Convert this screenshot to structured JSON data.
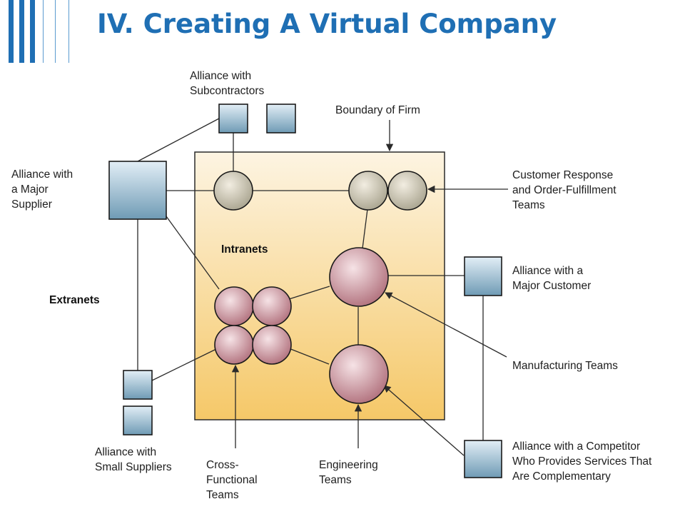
{
  "slide": {
    "title": "IV. Creating A Virtual Company"
  },
  "diagram": {
    "labels": {
      "subcontractors": [
        "Alliance with",
        "Subcontractors"
      ],
      "boundary": [
        "Boundary of Firm"
      ],
      "major_supplier": [
        "Alliance with",
        "a Major",
        "Supplier"
      ],
      "customer_response": [
        "Customer Response",
        "and Order-Fulfillment",
        "Teams"
      ],
      "intranets": [
        "Intranets"
      ],
      "extranets": [
        "Extranets"
      ],
      "major_customer": [
        "Alliance with a",
        "Major Customer"
      ],
      "manufacturing": [
        "Manufacturing Teams"
      ],
      "competitor": [
        "Alliance with a Competitor",
        "Who Provides Services That",
        "Are Complementary"
      ],
      "small_suppliers": [
        "Alliance with",
        "Small Suppliers"
      ],
      "cross_functional": [
        "Cross-",
        "Functional",
        "Teams"
      ],
      "engineering": [
        "Engineering",
        "Teams"
      ]
    }
  }
}
